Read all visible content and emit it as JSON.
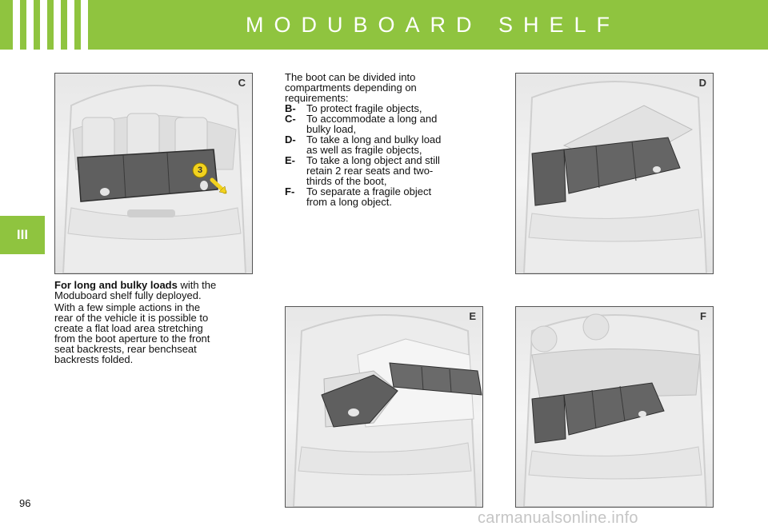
{
  "header": {
    "title": "MODUBOARD SHELF"
  },
  "side_tab": {
    "label": "III"
  },
  "figures": {
    "c": {
      "letter": "C",
      "callout": "3"
    },
    "d": {
      "letter": "D"
    },
    "e": {
      "letter": "E"
    },
    "f": {
      "letter": "F"
    }
  },
  "left_text": {
    "lead_bold": "For long and bulky loads",
    "lead_line1_rest": " with the",
    "lead_line2": "Moduboard shelf fully deployed.",
    "para_lines": [
      "With a few simple actions in the",
      "rear of the vehicle it is possible to",
      "create a flat load area stretching",
      "from the boot aperture to the front",
      "seat backrests, rear benchseat",
      "backrests folded."
    ]
  },
  "center_text": {
    "intro_lines": [
      "The boot can be divided into",
      "compartments depending on",
      "requirements:"
    ],
    "items": [
      {
        "key": "B-",
        "lines": [
          "To protect fragile objects,"
        ]
      },
      {
        "key": "C-",
        "lines": [
          "To accommodate a long and",
          "bulky load,"
        ]
      },
      {
        "key": "D-",
        "lines": [
          "To take a long and bulky load",
          "as well as fragile objects,"
        ]
      },
      {
        "key": "E-",
        "lines": [
          "To take a long object and still",
          "retain 2 rear seats and two-",
          "thirds of the boot,"
        ]
      },
      {
        "key": "F-",
        "lines": [
          "To separate a fragile object",
          "from a long object."
        ]
      }
    ]
  },
  "footer": {
    "page_number": "96"
  },
  "watermark": {
    "text": "carmanualsonline.info"
  },
  "colors": {
    "brand_green": "#8fc43f",
    "shelf_dark": "#5f5f5f",
    "callout_yellow": "#f2d21e"
  }
}
